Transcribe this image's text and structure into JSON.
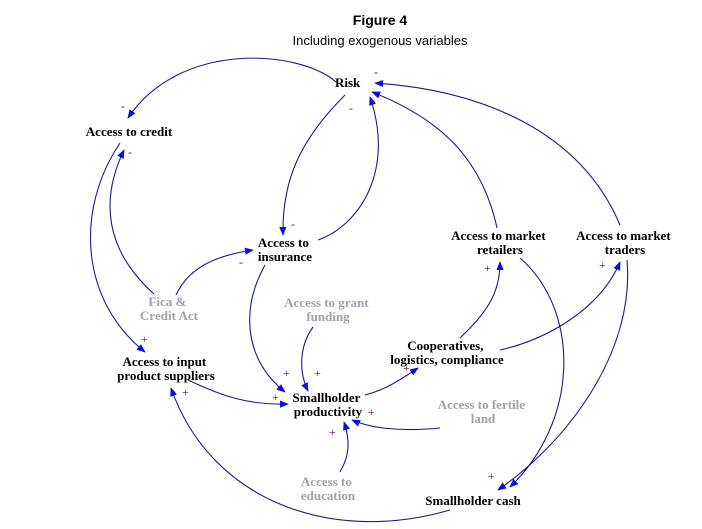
{
  "figure": {
    "title": "Figure 4",
    "subtitle": "Including exogenous variables"
  },
  "colors": {
    "edge": "#1a1a8c",
    "arrowhead": "#0a0ae6",
    "endogenous_text": "#000000",
    "exogenous_text": "#a0a0a8",
    "sign": "#5a1050"
  },
  "nodes": {
    "risk": {
      "lines": [
        "Risk"
      ],
      "type": "endogenous"
    },
    "credit": {
      "lines": [
        "Access to credit"
      ],
      "type": "endogenous"
    },
    "insurance": {
      "lines": [
        "Access to",
        "insurance"
      ],
      "type": "endogenous"
    },
    "retailers": {
      "lines": [
        "Access to market",
        "retailers"
      ],
      "type": "endogenous"
    },
    "traders": {
      "lines": [
        "Access to market",
        "traders"
      ],
      "type": "endogenous"
    },
    "fica": {
      "lines": [
        "Fica &",
        "Credit Act"
      ],
      "type": "exogenous"
    },
    "grant": {
      "lines": [
        "Access to grant",
        "funding"
      ],
      "type": "exogenous"
    },
    "coops": {
      "lines": [
        "Cooperatives,",
        "logistics, compliance"
      ],
      "type": "endogenous"
    },
    "suppliers": {
      "lines": [
        "Access to input",
        "product suppliers"
      ],
      "type": "endogenous"
    },
    "productivity": {
      "lines": [
        "Smallholder",
        "productivity"
      ],
      "type": "endogenous"
    },
    "land": {
      "lines": [
        "Access to fertile",
        "land"
      ],
      "type": "exogenous"
    },
    "education": {
      "lines": [
        "Access to",
        "education"
      ],
      "type": "exogenous"
    },
    "cash": {
      "lines": [
        "Smallholder cash"
      ],
      "type": "endogenous"
    }
  },
  "edges": [
    {
      "from": "risk",
      "to": "credit",
      "polarity": "-"
    },
    {
      "from": "risk",
      "to": "insurance",
      "polarity": "-"
    },
    {
      "from": "insurance",
      "to": "risk",
      "polarity": "-"
    },
    {
      "from": "retailers",
      "to": "risk",
      "polarity": "-"
    },
    {
      "from": "traders",
      "to": "risk",
      "polarity": "-"
    },
    {
      "from": "fica",
      "to": "credit",
      "polarity": "-"
    },
    {
      "from": "fica",
      "to": "insurance",
      "polarity": "-"
    },
    {
      "from": "credit",
      "to": "suppliers",
      "polarity": "+"
    },
    {
      "from": "suppliers",
      "to": "productivity",
      "polarity": "+"
    },
    {
      "from": "insurance",
      "to": "productivity",
      "polarity": "+"
    },
    {
      "from": "grant",
      "to": "productivity",
      "polarity": "+"
    },
    {
      "from": "land",
      "to": "productivity",
      "polarity": "+"
    },
    {
      "from": "education",
      "to": "productivity",
      "polarity": "+"
    },
    {
      "from": "productivity",
      "to": "coops",
      "polarity": "+"
    },
    {
      "from": "coops",
      "to": "retailers",
      "polarity": "+"
    },
    {
      "from": "coops",
      "to": "traders",
      "polarity": "+"
    },
    {
      "from": "retailers",
      "to": "cash",
      "polarity": "+"
    },
    {
      "from": "traders",
      "to": "cash",
      "polarity": "+"
    },
    {
      "from": "cash",
      "to": "suppliers",
      "polarity": "+"
    }
  ]
}
